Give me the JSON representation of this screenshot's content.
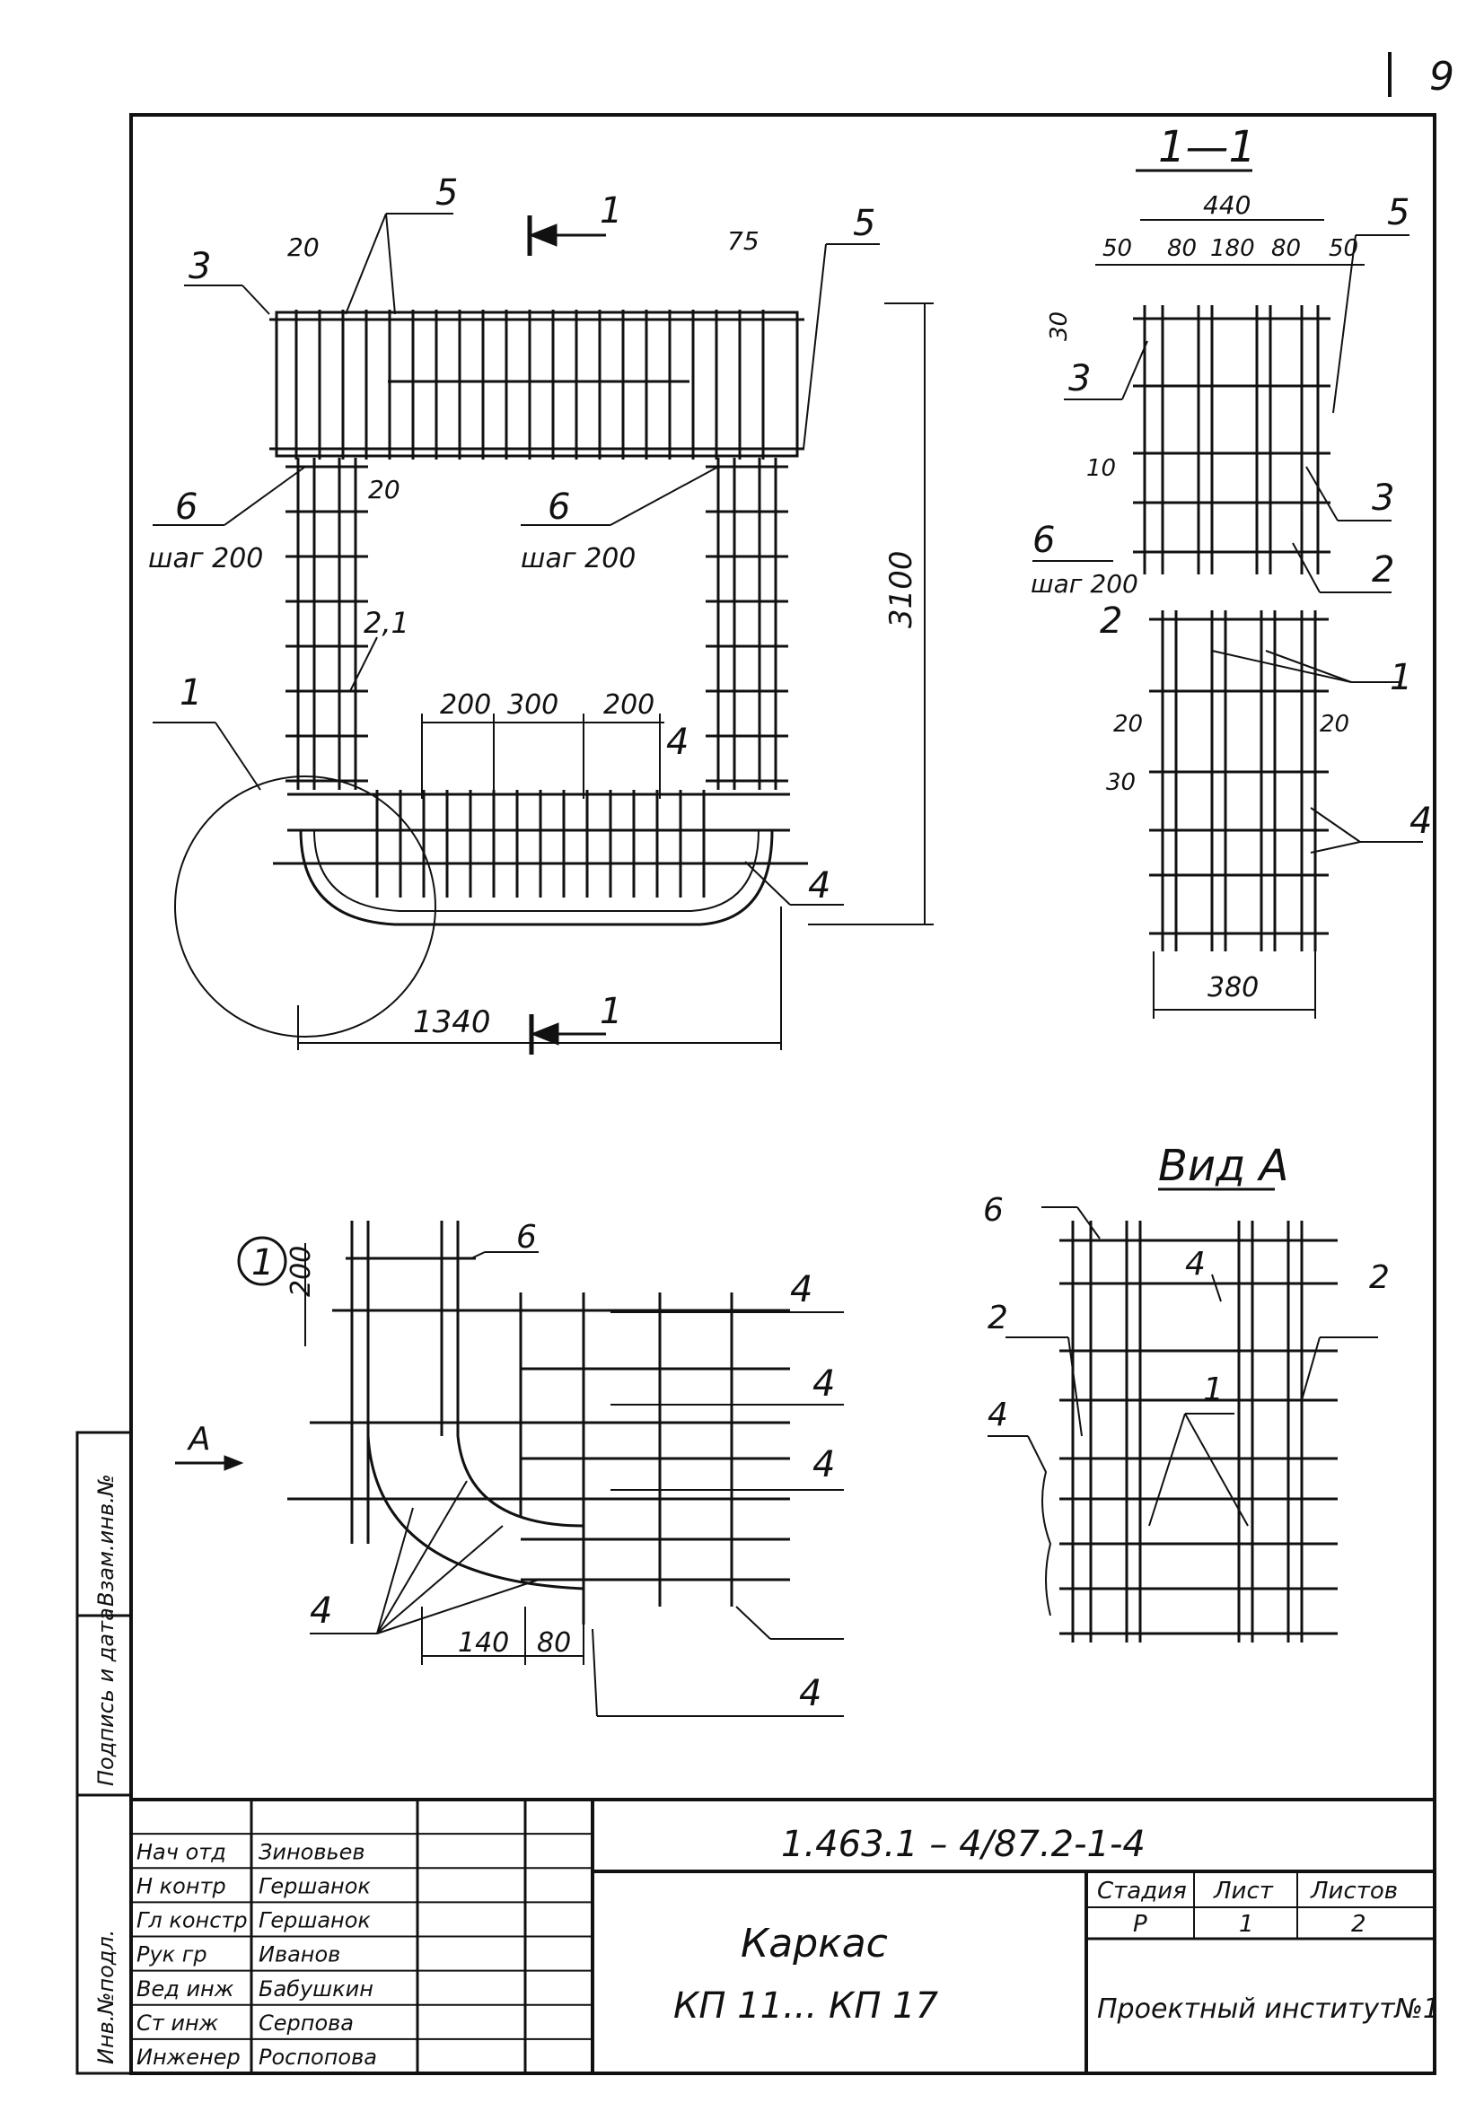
{
  "sheet_number": "9",
  "drawing_code": "1.463.1 – 4/87.2-1-4",
  "title_line1": "Каркас",
  "title_line2": "КП 11... КП 17",
  "organization": "Проектный институт№1",
  "stage_header": "Стадия",
  "sheet_header": "Лист",
  "sheets_header": "Листов",
  "stage_value": "Р",
  "sheet_value": "1",
  "sheets_value": "2",
  "left_strip": [
    "Инв.№подл.",
    "Подпись и дата",
    "Взам.инв.№"
  ],
  "signatures": [
    {
      "role": "Нач отд",
      "name": "Зиновьев"
    },
    {
      "role": "Н контр",
      "name": "Гершанок"
    },
    {
      "role": "Гл констр",
      "name": "Гершанок"
    },
    {
      "role": "Рук гр",
      "name": "Иванов"
    },
    {
      "role": "Вед инж",
      "name": "Бабушкин"
    },
    {
      "role": "Ст инж",
      "name": "Серпова"
    },
    {
      "role": "Инженер",
      "name": "Роспопова"
    }
  ],
  "main_view": {
    "section_mark_top": "1",
    "section_mark_bottom": "1",
    "dim_width": "1340",
    "dim_height": "3100",
    "dim_20a": "20",
    "dim_20b": "20",
    "dim_75": "75",
    "dim_200a": "200",
    "dim_300": "300",
    "dim_200b": "200",
    "label_1": "1",
    "label_21": "2,1",
    "label_3": "3",
    "label_4a": "4",
    "label_4b": "4",
    "label_5a": "5",
    "label_5b": "5",
    "label_6a": "6",
    "label_6b": "6",
    "step_a": "шаг 200",
    "step_b": "шаг 200"
  },
  "section_view": {
    "title": "1—1",
    "dim_440": "440",
    "dim_50a": "50",
    "dim_80a": "80",
    "dim_180": "180",
    "dim_80b": "80",
    "dim_50b": "50",
    "dim_30a": "30",
    "dim_10": "10",
    "dim_20a": "20",
    "dim_20b": "20",
    "dim_30b": "30",
    "dim_380": "380",
    "label_5": "5",
    "label_3a": "3",
    "label_3b": "3",
    "label_2a": "2",
    "label_2b": "2",
    "label_1": "1",
    "label_4": "4",
    "label_6": "6",
    "step": "шаг 200"
  },
  "detail_view": {
    "callout": "1",
    "arrow_a": "А",
    "dim_200": "200",
    "dim_140": "140",
    "dim_80": "80",
    "label_6": "6",
    "label_4a": "4",
    "label_4b": "4",
    "label_4c": "4",
    "label_4d": "4",
    "label_4e": "4"
  },
  "view_a": {
    "title": "Вид А",
    "label_6": "6",
    "label_4a": "4",
    "label_4b": "4",
    "label_2a": "2",
    "label_2b": "2",
    "label_1": "1"
  }
}
